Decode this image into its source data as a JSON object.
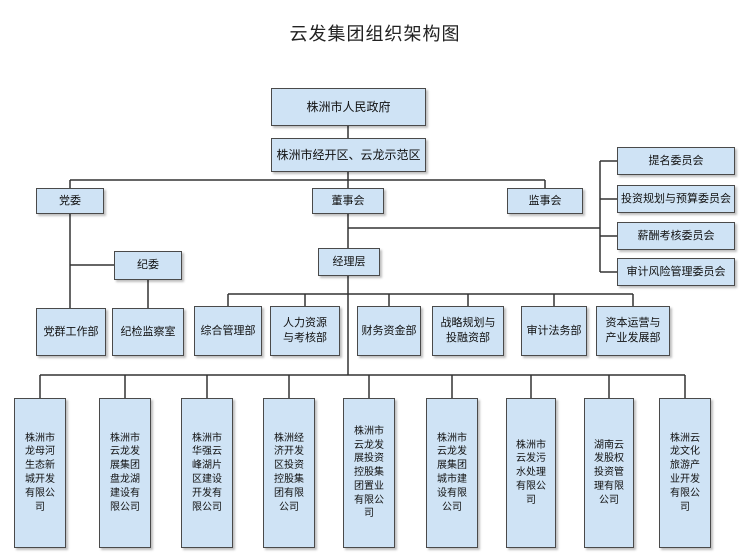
{
  "title": "云发集团组织架构图",
  "nodes": {
    "gov": "株洲市人民政府",
    "zone": "株洲市经开区、云龙示范区",
    "party": "党委",
    "board": "董事会",
    "supervisory": "监事会",
    "discipline": "纪委",
    "party_work": "党群工作部",
    "discipline_office": "纪检监察室",
    "management": "经理层",
    "committees": [
      "提名委员会",
      "投资规划与预算委员会",
      "薪酬考核委员会",
      "审计风险管理委员会"
    ],
    "departments": [
      "综合管理部",
      "人力资源与考核部",
      "财务资金部",
      "战略规划与投融资部",
      "审计法务部",
      "资本运营与产业发展部"
    ],
    "subsidiaries": [
      "株洲市龙母河生态新城开发有限公司",
      "株洲市云龙发展集团盘龙湖建设有限公司",
      "株洲市华强云峰湖片区建设开发有限公司",
      "株洲经济开发区投资控股集团有限公司",
      "株洲市云龙发展投资控股集团置业有限公司",
      "株洲市云龙发展集团城市建设有限公司",
      "株洲市云发污水处理有限公司",
      "湖南云发股权投资管理有限公司",
      "株洲云龙文化旅游产业开发有限公司"
    ]
  },
  "colors": {
    "box_fill": "#cfe3f5",
    "box_border": "#4a4a4a",
    "line": "#333333"
  }
}
